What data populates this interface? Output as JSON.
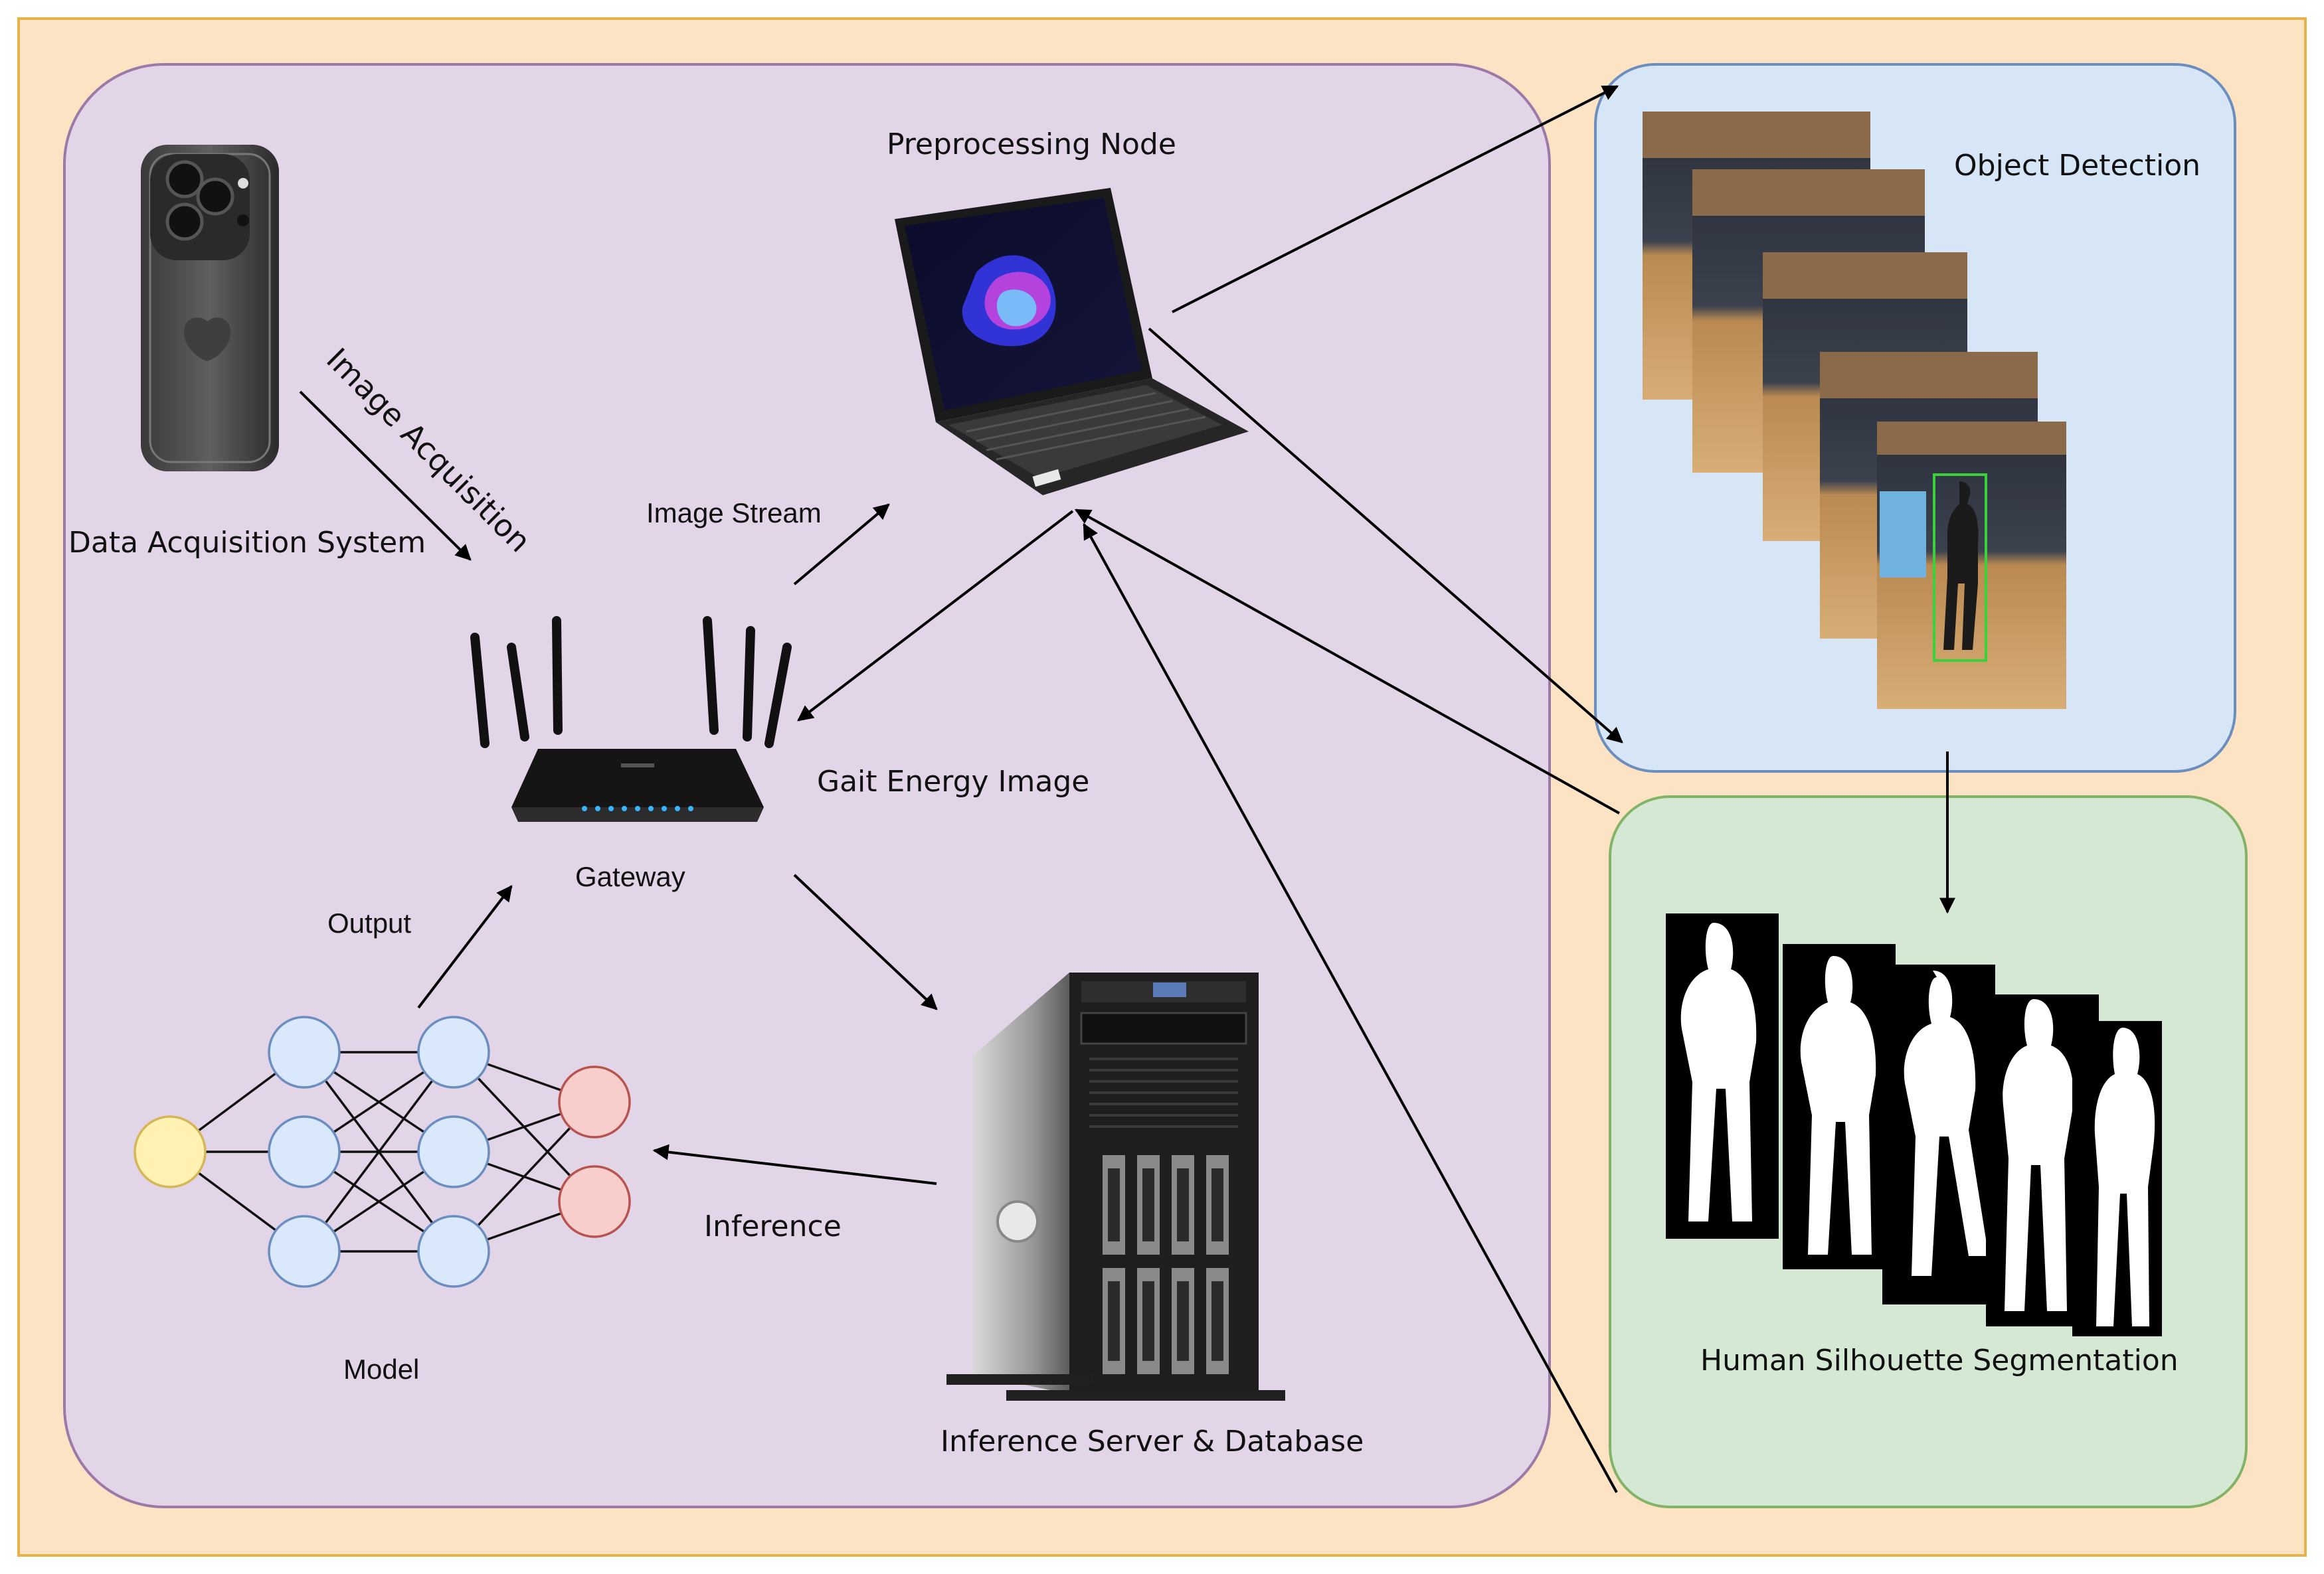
{
  "labels": {
    "preprocessing_node": "Preprocessing Node",
    "object_detection": "Object Detection",
    "data_acquisition_system": "Data Acquisition System",
    "image_acquisition": "Image Acquisition",
    "image_stream": "Image Stream",
    "gait_energy_image": "Gait Energy Image",
    "gateway": "Gateway",
    "output": "Output",
    "model": "Model",
    "inference": "Inference",
    "inference_server_database": "Inference Server & Database",
    "human_silhouette_segmentation": "Human Silhouette Segmentation"
  },
  "colors": {
    "outer_background": "#fce3c4",
    "outer_border": "#e8b24a",
    "left_panel": "#e3d5e8",
    "left_panel_border": "#9b7aa8",
    "detection_panel": "#d7e6f7",
    "detection_panel_border": "#6c8ebf",
    "segmentation_panel": "#d5e8d4",
    "segmentation_panel_border": "#82b366",
    "input_node": "#fff2b3",
    "hidden_node": "#dae8fc",
    "output_node": "#f8cecc"
  }
}
